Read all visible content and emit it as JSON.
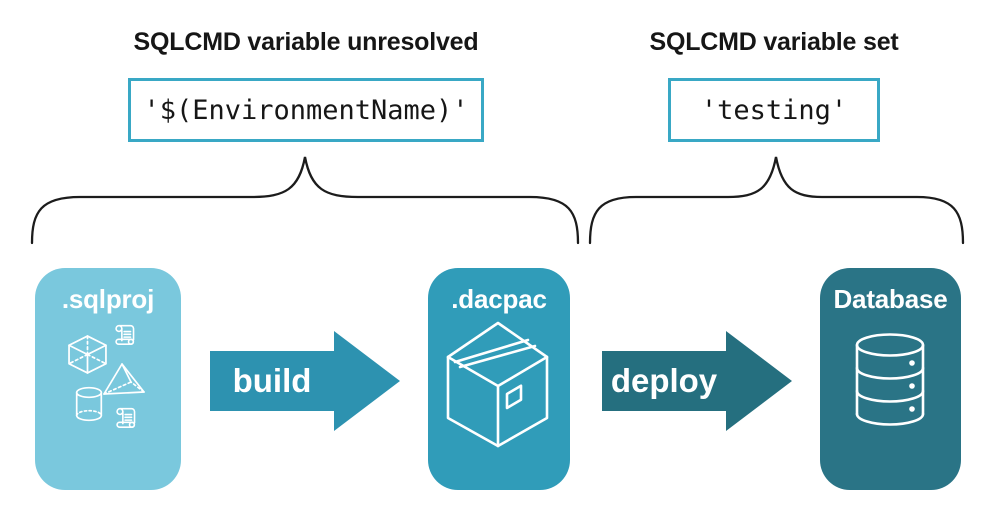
{
  "panels": {
    "left": {
      "heading": "SQLCMD variable unresolved",
      "code": "'$(EnvironmentName)'"
    },
    "right": {
      "heading": "SQLCMD variable set",
      "code": "'testing'"
    }
  },
  "pipeline": {
    "nodes": [
      {
        "id": "sqlproj",
        "label": ".sqlproj",
        "color": "#7AC8DD",
        "icon": "sql-objects-icons"
      },
      {
        "id": "dacpac",
        "label": ".dacpac",
        "color": "#309CB9",
        "icon": "package-icon"
      },
      {
        "id": "database",
        "label": "Database",
        "color": "#2A7486",
        "icon": "database-icon"
      }
    ],
    "arrows": [
      {
        "label": "build",
        "color": "#2D92B0"
      },
      {
        "label": "deploy",
        "color": "#256F7F"
      }
    ]
  },
  "colors": {
    "background": "#FFFFFF",
    "heading_text": "#161616",
    "code_text": "#161616",
    "code_box_border": "#39A8C5",
    "brace_stroke": "#1C1C1C",
    "node_label_text": "#FFFFFF",
    "arrow_label_text": "#FFFFFF",
    "icon_stroke": "#FFFFFF"
  }
}
